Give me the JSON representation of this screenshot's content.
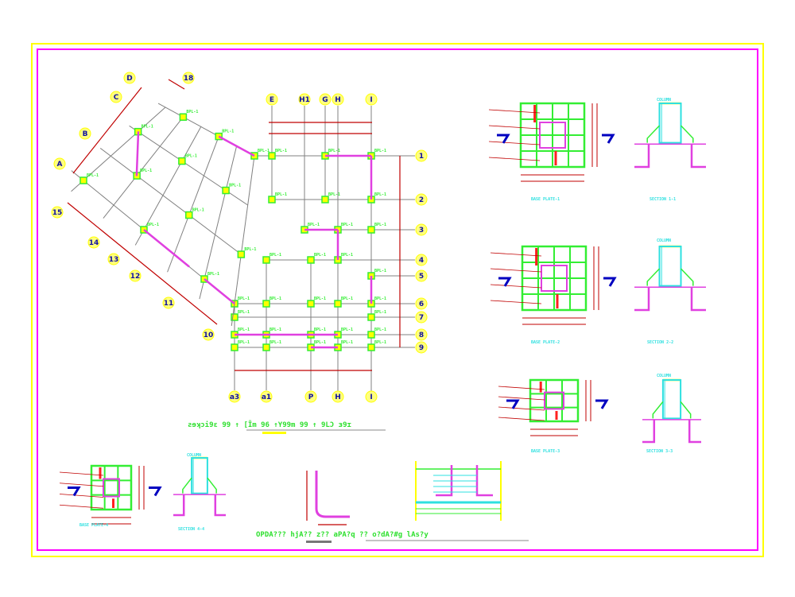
{
  "colors": {
    "frame_outer": "#ffff00",
    "frame_inner": "#ff00ff",
    "grid": "#808080",
    "dimension": "#c00000",
    "beam": "#e040e0",
    "node": "#33ee33",
    "node_fill": "#ffff00",
    "axis_bubble": "#ffff80",
    "axis_text": "#1010a0",
    "label_green": "#2fe02f",
    "label_cyan": "#2ee0e0"
  },
  "plan": {
    "diag_letters": [
      "A",
      "B",
      "C",
      "D"
    ],
    "diag_numbers": [
      "15",
      "14",
      "13",
      "12",
      "11",
      "10"
    ],
    "diag_top_number": "18",
    "top_cols": [
      "E",
      "H1",
      "G",
      "H",
      "I"
    ],
    "bottom_cols": [
      "a3",
      "a1",
      "P",
      "H",
      "I"
    ],
    "rows": [
      "1",
      "2",
      "3",
      "4",
      "5",
      "6",
      "7",
      "8",
      "9"
    ],
    "title": "ƨɘʞɔi9ɛ 99 ↑ [Ĩm 96 ↑Y99m 99 ↑ 9LƆ ɜ9ɪ"
  },
  "details": {
    "base_plate_1": "BASE PLATE-1",
    "section_1": "SECTION 1-1",
    "base_plate_2": "BASE PLATE-2",
    "section_2": "SECTION 2-2",
    "base_plate_3": "BASE PLATE-3",
    "section_3": "SECTION 3-3",
    "base_plate_4": "BASE PLATE-4",
    "section_4": "SECTION 4-4",
    "column": "COLUMN",
    "bottom_title": "OPDA??? hjA?? z?? aPA?q ?? o?dA?#g lAs?y"
  }
}
